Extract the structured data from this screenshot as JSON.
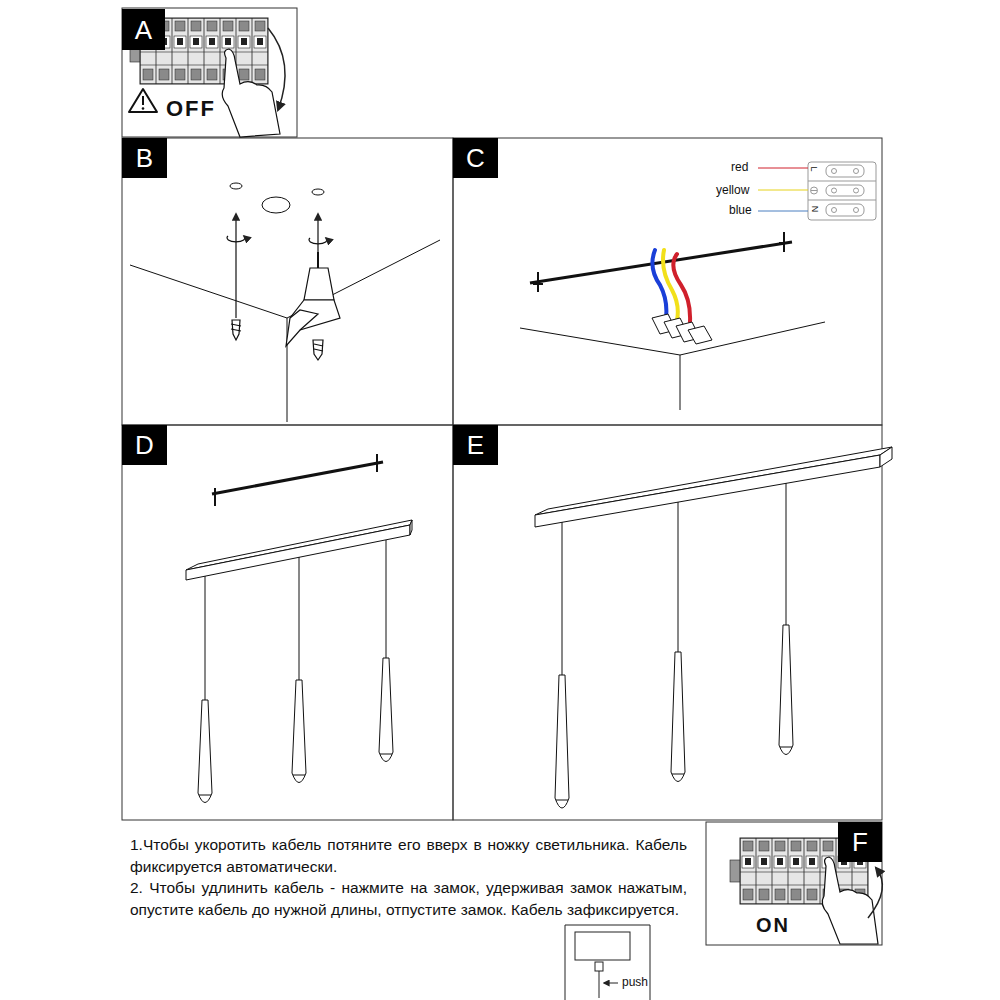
{
  "diagram": {
    "nodes": [
      {
        "text": [
          "A"
        ]
      },
      {
        "text": [
          "B"
        ]
      },
      {
        "text": [
          "C"
        ]
      },
      {
        "text": [
          "D"
        ]
      },
      {
        "text": [
          "E"
        ]
      },
      {
        "text": [
          "F"
        ]
      }
    ],
    "labels": [
      "OFF",
      "red",
      "yellow",
      "blue",
      "L",
      "N",
      "1.Чтобы укоротить кабель потяните его вверх в ножку светильника. Кабель фиксируется автоматически.",
      "2. Чтобы удлинить кабель - нажмите на замок, удерживая замок нажатым, опустите кабель до нужной длины, отпустите замок. Кабель зафиксируется.",
      "push",
      "ON"
    ]
  }
}
